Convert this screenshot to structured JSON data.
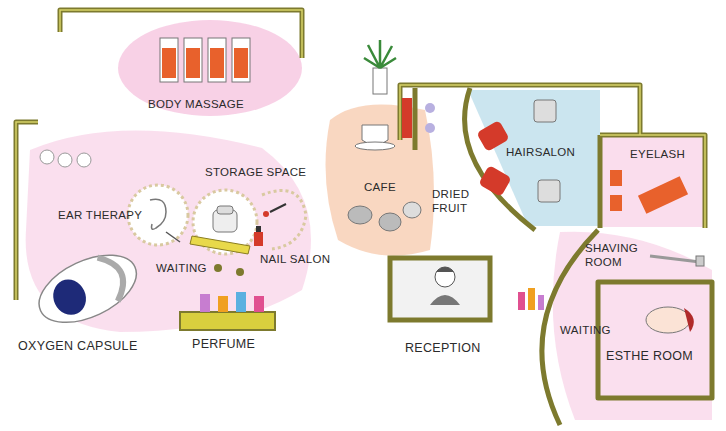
{
  "diagram": {
    "labels": [
      "BODY MASSAGE",
      "STORAGE SPACE",
      "EAR THERAPY",
      "WAITING",
      "NAIL SALON",
      "OXYGEN CAPSULE",
      "PERFUME",
      "CAFE",
      "HAIRSALON",
      "EYELASH",
      "DRIED FRUIT",
      "SHAVING ROOM",
      "RECEPTION",
      "WAITING",
      "ESTHE ROOM"
    ]
  }
}
